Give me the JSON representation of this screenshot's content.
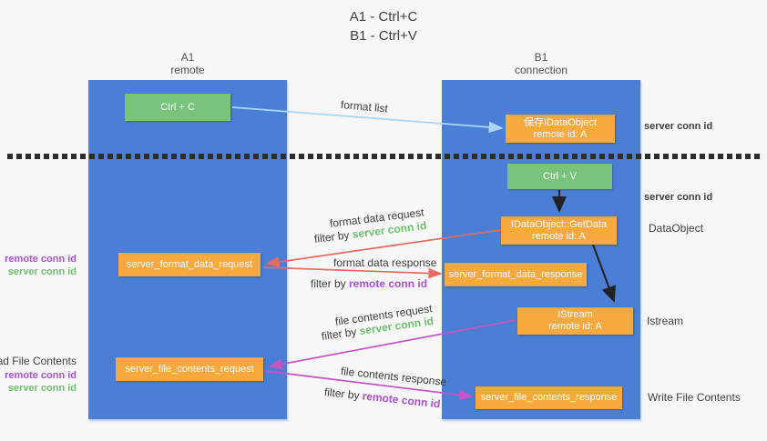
{
  "title": {
    "line1": "A1 - Ctrl+C",
    "line2": "B1 - Ctrl+V"
  },
  "lanes": {
    "left": {
      "title": "A1",
      "subtitle": "remote"
    },
    "right": {
      "title": "B1",
      "subtitle": "connection"
    }
  },
  "boxes": {
    "ctrl_c": {
      "label": "Ctrl + C"
    },
    "save_dataobject": {
      "line1": "保存IDataObject",
      "line2": "remote id: A"
    },
    "ctrl_v": {
      "label": "Ctrl + V"
    },
    "getdata": {
      "line1": "IDataObject::GetData",
      "line2": "remote id: A"
    },
    "format_request": {
      "label": "server_format_data_request"
    },
    "format_response": {
      "label": "server_format_data_response"
    },
    "istream": {
      "line1": "IStream",
      "line2": "remote id: A"
    },
    "file_request": {
      "label": "server_file_contents_request"
    },
    "file_response": {
      "label": "server_file_contents_response"
    }
  },
  "arrow_labels": {
    "format_list": "format list",
    "format_data_request": "format data request",
    "format_data_response": "format data response",
    "file_contents_request": "file contents request",
    "file_contents_response": "file contents response",
    "filter_by": "filter by ",
    "server_conn_id": "server conn id",
    "remote_conn_id": "remote conn id"
  },
  "side_labels": {
    "server_conn_id_top": "server conn id",
    "server_conn_id_mid": "server conn id",
    "dataobject": "DataObject",
    "istream": "Istream",
    "write_file_contents": "Write File Contents",
    "read_file_contents": "Read File Contents",
    "remote_conn_id_1": "remote conn id",
    "server_conn_id_1": "server conn id",
    "remote_conn_id_2": "remote conn id",
    "server_conn_id_2": "server conn id"
  },
  "colors": {
    "lane_blue": "#4a7fd5",
    "box_green": "#7ac37c",
    "box_orange": "#f8a93d",
    "arrow_lightblue": "#a9d7f5",
    "arrow_red": "#e96a5e",
    "arrow_magenta": "#c455c4",
    "arrow_black": "#222222",
    "label_green": "#6fbf6f",
    "label_purple": "#a94fd1",
    "text_dark": "#3f3f3f",
    "background": "#f7f7f7"
  }
}
